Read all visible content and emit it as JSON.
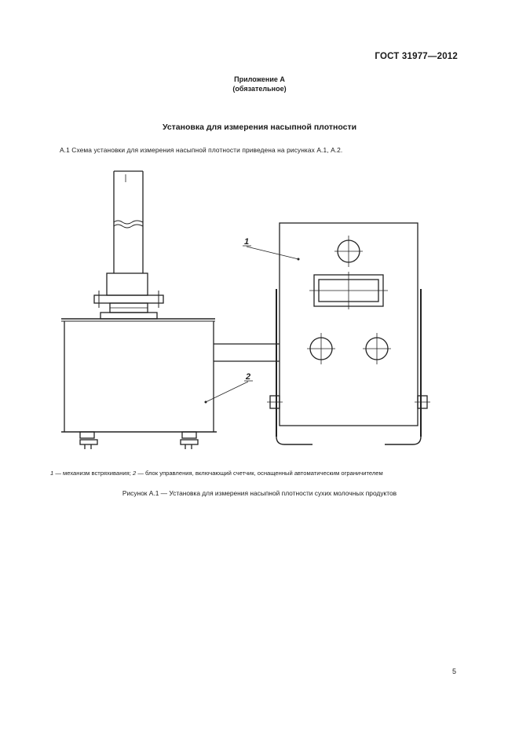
{
  "header": {
    "standard": "ГОСТ  31977—2012"
  },
  "appendix": {
    "title": "Приложение А",
    "subtitle": "(обязательное)"
  },
  "section": {
    "title": "Установка для измерения насыпной плотности"
  },
  "paragraph": {
    "text": "А.1  Схема установки для измерения насыпной плотности приведена на рисунках А.1, А.2."
  },
  "figure": {
    "callout_1": "1",
    "callout_2": "2",
    "legend": {
      "n1": "1",
      "t1": " — механизм встряхивания; ",
      "n2": "2",
      "t2": " — блок управления, включающий счетчик, оснащенный автоматическим ограничителем"
    },
    "caption": "Рисунок А.1 — Установка для измерения насыпной плотности сухих молочных продуктов"
  },
  "footer": {
    "page_number": "5"
  }
}
